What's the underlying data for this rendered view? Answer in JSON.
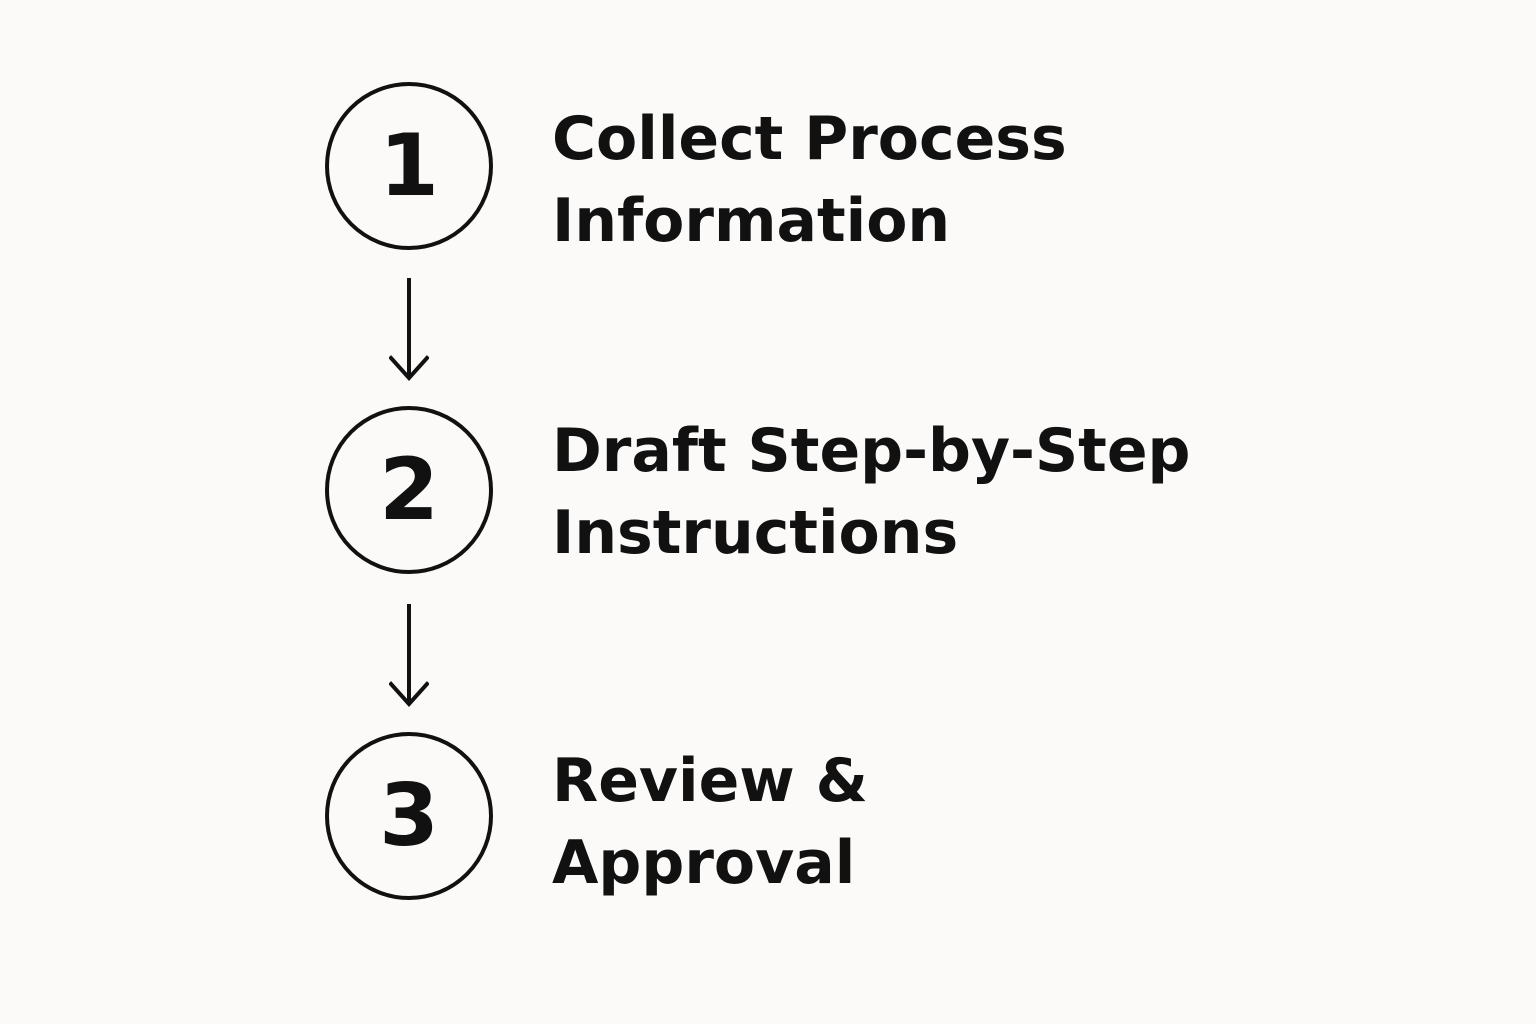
{
  "steps": [
    {
      "number": "1",
      "label_lines": [
        "Collect Process",
        "Information"
      ]
    },
    {
      "number": "2",
      "label_lines": [
        "Draft Step-by-Step",
        "Instructions"
      ]
    },
    {
      "number": "3",
      "label_lines": [
        "Review &",
        "Approval"
      ]
    }
  ],
  "arrows": [
    {
      "icon": "arrow-down-icon",
      "from": "1",
      "to": "2"
    },
    {
      "icon": "arrow-down-icon",
      "from": "2",
      "to": "3"
    }
  ],
  "colors": {
    "background": "#fbfaf8",
    "ink": "#111111"
  }
}
